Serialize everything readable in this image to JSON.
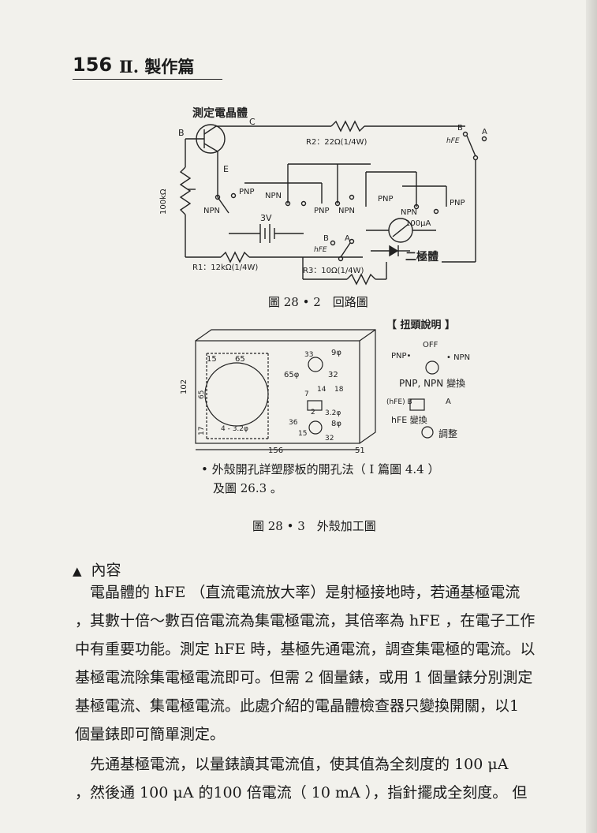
{
  "header": {
    "page_number": "156",
    "section": "Ⅱ. 製作篇"
  },
  "fig1": {
    "title": "測定電晶體",
    "labels": {
      "b": "B",
      "c": "C",
      "e": "E",
      "b2": "B",
      "a2": "A",
      "b3": "B",
      "a3": "A",
      "hfe": "hFE",
      "hfe2": "hFE",
      "npn1": "NPN",
      "pnp1": "PNP",
      "pnp2": "PNP",
      "npn2": "NPN",
      "pnp3": "PNP",
      "npn3": "NPN",
      "pnp4": "PNP",
      "npn4": "NPN",
      "v": "3V",
      "ua": "100μA",
      "pot": "100kΩ",
      "r1": "R1：12kΩ(1/4W)",
      "r2": "R2：22Ω(1/4W)",
      "r3": "R3：10Ω(1/4W)",
      "diode": "二極體"
    },
    "caption": "圖 28 • 2　回路圖"
  },
  "fig2": {
    "dims": {
      "d15": "15",
      "d65": "65",
      "d33": "33",
      "d9": "9φ",
      "d65b": "65φ",
      "d32": "32",
      "d7": "7",
      "d14": "14",
      "d18": "18",
      "d2": "2",
      "d32b": "3.2φ",
      "d8": "8φ",
      "d36": "36",
      "d15b": "15",
      "d32c": "32",
      "d43": "4 - 3.2φ",
      "d102": "102",
      "d65c": "65",
      "d17": "17",
      "d156": "156",
      "d51": "51"
    },
    "knob_title": "【 扭頭說明 】",
    "knob": {
      "off": "OFF",
      "pnp": "PNP•",
      "npn": "• NPN",
      "pnpnpn": "PNP, NPN 變換",
      "hfeb": "(hFE) B",
      "a": "A",
      "hfesw": "hFE 變換",
      "adj": "調整"
    },
    "note1": "• 外殼開孔詳塑膠板的開孔法（ I 篇圖 4.4 ）",
    "note2": "及圖 26.3 。",
    "caption": "圖 28 • 3　外殼加工圖"
  },
  "section": {
    "icon": "▲",
    "title": "內容"
  },
  "body": [
    "　電晶體的 hFE （直流電流放大率）是射極接地時，若通基極電流",
    "，其數十倍～數百倍電流為集電極電流，其倍率為 hFE ，在電子工作",
    "中有重要功能。測定 hFE 時，基極先通電流，調查集電極的電流。以",
    "基極電流除集電極電流即可。但需 2 個量錶，或用 1 個量錶分別測定",
    "基極電流、集電極電流。此處介紹的電晶體檢查器只變換開關，以1",
    "個量錶即可簡單測定。",
    "　先通基極電流，以量錶讀其電流值，使其值為全刻度的 100 μA",
    "，然後通 100 μA 的100 倍電流（ 10 mA ），指針擺成全刻度。 但"
  ]
}
